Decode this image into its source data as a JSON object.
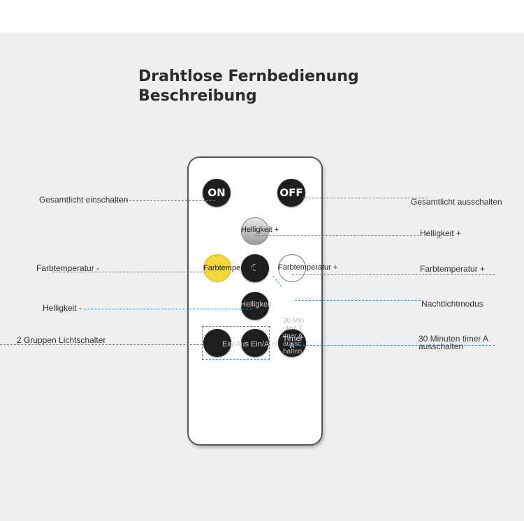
{
  "title": "Drahtlose Fernbedienung Beschreibung",
  "buttons": {
    "on": "ON",
    "off": "OFF",
    "brightness_up": "Helligkeit +",
    "color_temp_down": "Farbtemperatur -",
    "color_temp_up": "Farbtemperatur +",
    "brightness_down": "Helligkeit",
    "group_switch": "Ein/Aus Ein/Aus",
    "timer_stack": "30 Minuten Timer A ausschalten",
    "timer": "Timer A"
  },
  "labels": {
    "all_on": "Gesamtlicht einschalten",
    "all_off": "Gesamtlicht ausschalten",
    "brightness_up": "Helligkeit +",
    "color_temp_down": "Farbtemperatur -",
    "color_temp_up": "Farbtemperatur +",
    "brightness_down": "Helligkeit -",
    "night_mode": "Nachtlichtmodus",
    "group_switch": "2 Gruppen Lichtschalter",
    "timer": "30 Minuten timer A ausschalten"
  }
}
